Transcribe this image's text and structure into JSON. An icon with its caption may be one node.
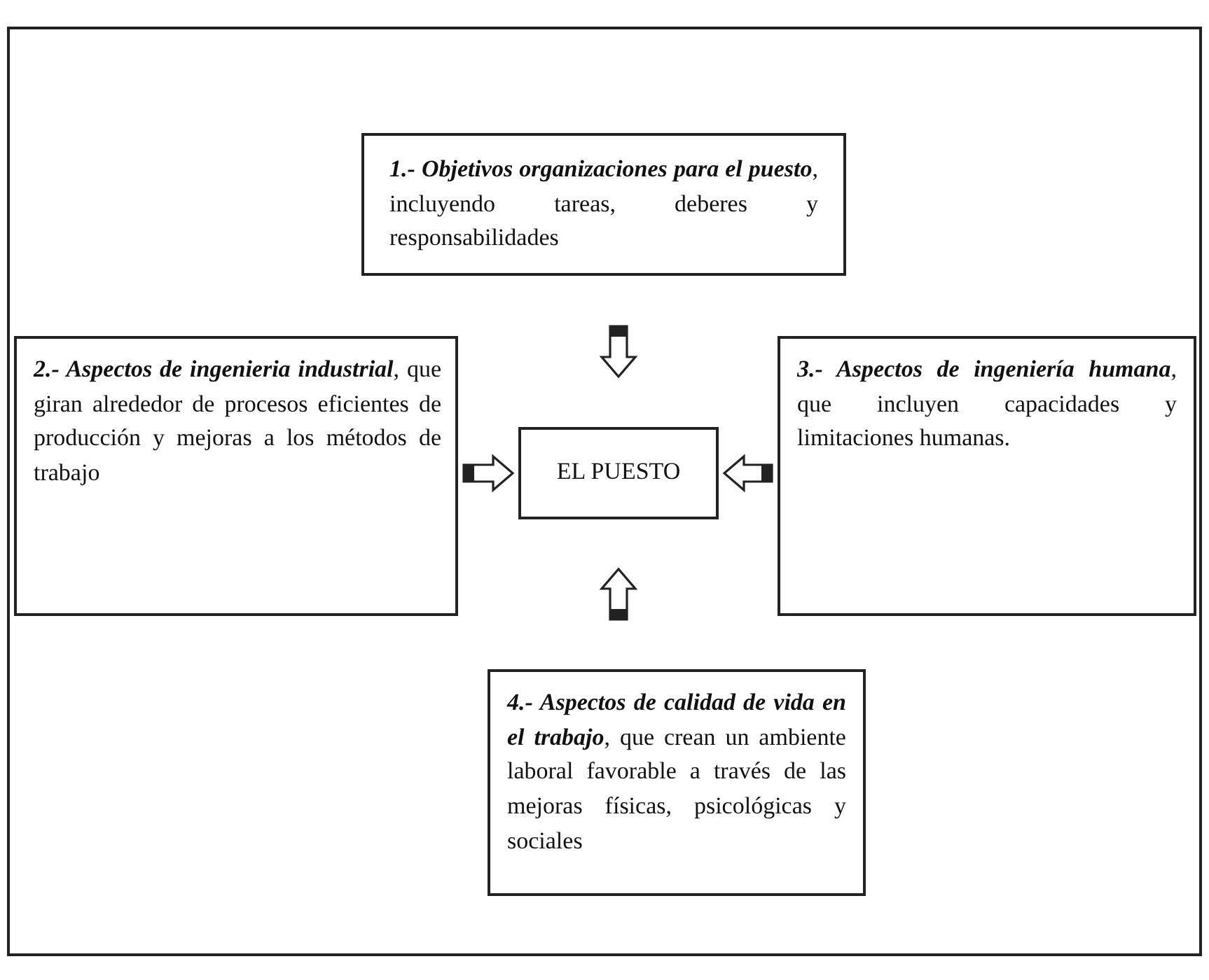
{
  "diagram": {
    "nodes": [
      {
        "text": [
          "**1.- Objetivos organizaciones para el puesto**, incluyendo tareas, deberes y responsabilidades"
        ]
      },
      {
        "text": [
          "**2.- Aspectos de ingenieria industrial**, que giran alrededor de procesos eficientes de producción y mejoras a los métodos de trabajo"
        ]
      },
      {
        "text": [
          "EL PUESTO"
        ]
      },
      {
        "text": [
          "**3.- Aspectos de ingeniería humana**, que incluyen capacidades y limitaciones humanas."
        ]
      },
      {
        "text": [
          "**4.- Aspectos de calidad de vida en el trabajo**, que crean un ambiente laboral favorable a través de las mejoras físicas, psicológicas y sociales"
        ]
      }
    ],
    "edges": [
      {
        "from": 0,
        "to": 2,
        "arrow": "to"
      },
      {
        "from": 1,
        "to": 2,
        "arrow": "to"
      },
      {
        "from": 3,
        "to": 2,
        "arrow": "to"
      },
      {
        "from": 4,
        "to": 2,
        "arrow": "to"
      }
    ]
  }
}
